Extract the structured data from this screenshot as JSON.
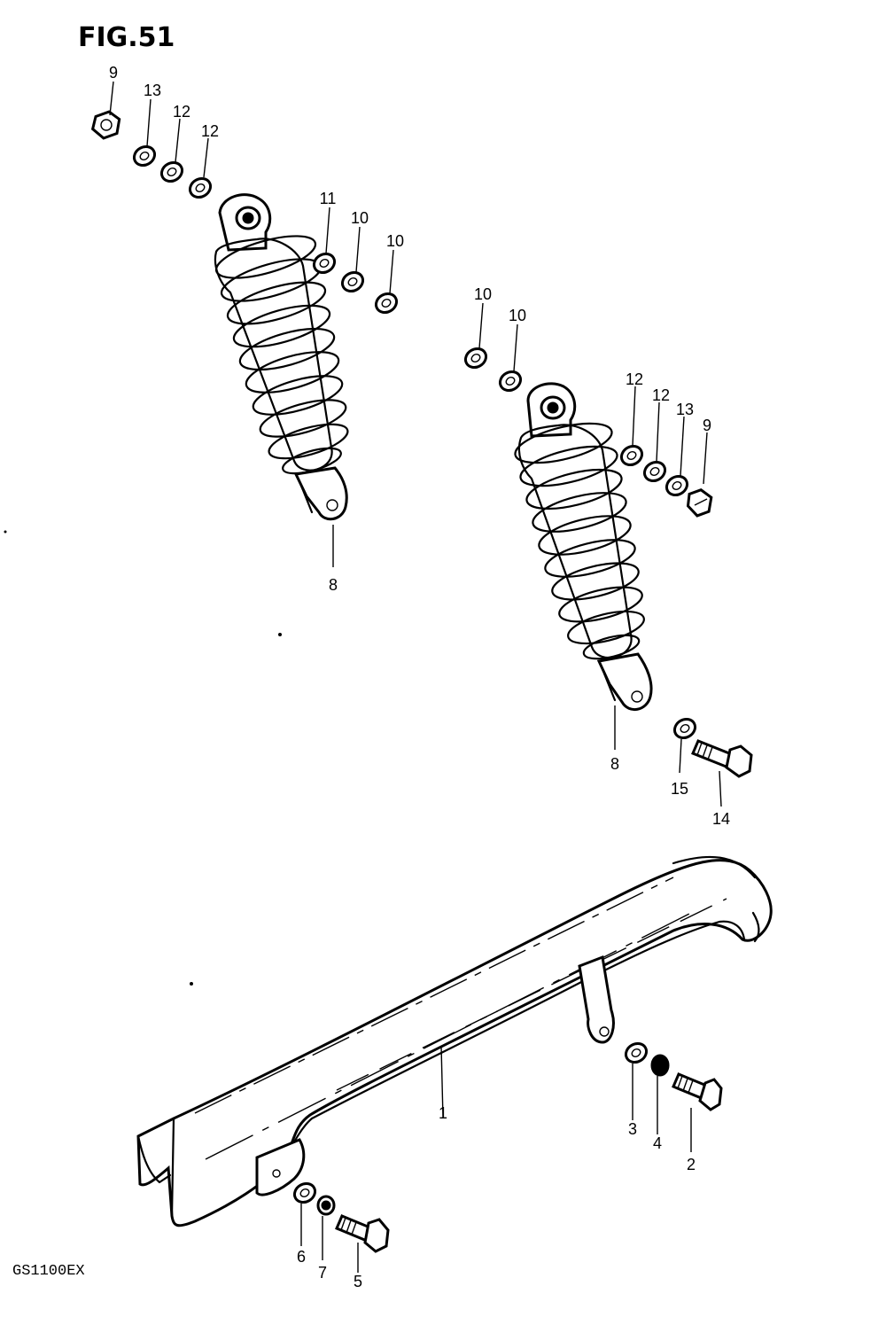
{
  "figure": {
    "title": "FIG.51",
    "model": "GS1100EX"
  },
  "callouts": [
    {
      "id": "c9a",
      "text": "9"
    },
    {
      "id": "c13a",
      "text": "13"
    },
    {
      "id": "c12a",
      "text": "12"
    },
    {
      "id": "c12b",
      "text": "12"
    },
    {
      "id": "c11",
      "text": "11"
    },
    {
      "id": "c10a",
      "text": "10"
    },
    {
      "id": "c10b",
      "text": "10"
    },
    {
      "id": "c10c",
      "text": "10"
    },
    {
      "id": "c10d",
      "text": "10"
    },
    {
      "id": "c8a",
      "text": "8"
    },
    {
      "id": "c12c",
      "text": "12"
    },
    {
      "id": "c12d",
      "text": "12"
    },
    {
      "id": "c13b",
      "text": "13"
    },
    {
      "id": "c9b",
      "text": "9"
    },
    {
      "id": "c8b",
      "text": "8"
    },
    {
      "id": "c15",
      "text": "15"
    },
    {
      "id": "c14",
      "text": "14"
    },
    {
      "id": "c1",
      "text": "1"
    },
    {
      "id": "c3",
      "text": "3"
    },
    {
      "id": "c4",
      "text": "4"
    },
    {
      "id": "c2",
      "text": "2"
    },
    {
      "id": "c6",
      "text": "6"
    },
    {
      "id": "c7",
      "text": "7"
    },
    {
      "id": "c5",
      "text": "5"
    }
  ]
}
